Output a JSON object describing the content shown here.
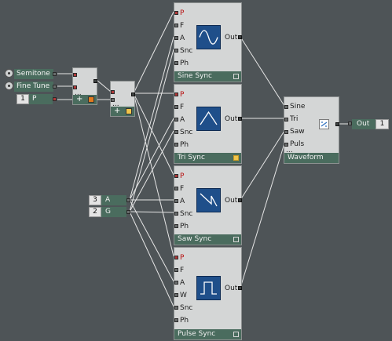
{
  "colors": {
    "background": "#4e5457",
    "panel": "#d4d6d6",
    "footer": "#4a6c5e",
    "wave_icon": "#1f4f8a",
    "wire": "#e8e8e8",
    "port_red_label": "#b81010",
    "orange_indicator": "#e07a1e",
    "yellow_indicator": "#f1c54a"
  },
  "inputs": {
    "semitone": "Semitone",
    "fine_tune": "Fine Tune",
    "p_number": "1",
    "p_label": "P",
    "a_number": "3",
    "a_label": "A",
    "g_number": "2",
    "g_label": "G"
  },
  "adders": {
    "first_symbol": "+",
    "second_symbol": "+",
    "ellipsis": "..."
  },
  "oscillators": [
    {
      "title": "Sine Sync",
      "icon": "sine-wave-icon",
      "ports": [
        "P",
        "F",
        "A",
        "Snc",
        "Ph"
      ],
      "out": "Out",
      "indicator": "off"
    },
    {
      "title": "Tri Sync",
      "icon": "triangle-wave-icon",
      "ports": [
        "P",
        "F",
        "A",
        "Snc",
        "Ph"
      ],
      "out": "Out",
      "indicator": "yellow"
    },
    {
      "title": "Saw Sync",
      "icon": "saw-wave-icon",
      "ports": [
        "P",
        "F",
        "A",
        "Snc",
        "Ph"
      ],
      "out": "Out",
      "indicator": "off"
    },
    {
      "title": "Pulse Sync",
      "icon": "pulse-wave-icon",
      "ports": [
        "P",
        "F",
        "A",
        "W",
        "Snc",
        "Ph"
      ],
      "out": "Out",
      "indicator": "off"
    }
  ],
  "waveform": {
    "title": "Waveform",
    "ports": [
      "Sine",
      "Tri",
      "Saw",
      "Puls"
    ],
    "ellipsis": "...",
    "icon": "switch-icon"
  },
  "output": {
    "label": "Out",
    "number": "1"
  }
}
